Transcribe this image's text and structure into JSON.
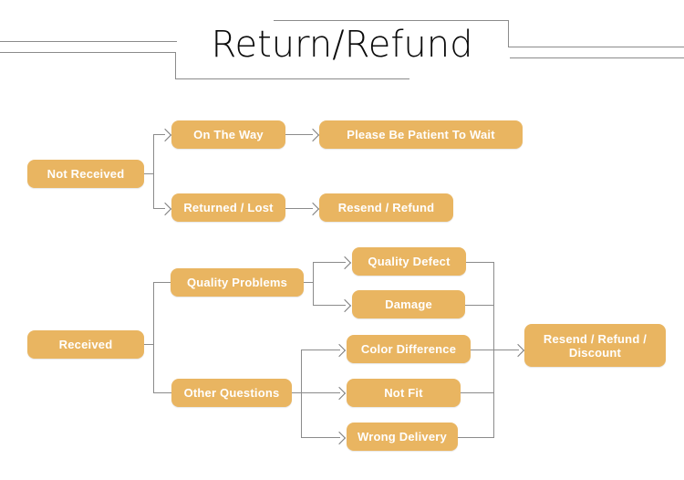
{
  "page": {
    "title": "Return/Refund",
    "background_color": "#ffffff",
    "node_fill_color": "#e9b561",
    "node_text_color": "#ffffff",
    "connector_color": "#8b8b8b",
    "title_color": "#0a0a0a"
  },
  "flowchart": {
    "type": "flowchart",
    "nodes": {
      "not_received": "Not Received",
      "on_the_way": "On The Way",
      "returned_lost": "Returned / Lost",
      "please_be_patient": "Please Be Patient To Wait",
      "resend_refund": "Resend / Refund",
      "received": "Received",
      "quality_problems": "Quality Problems",
      "other_questions": "Other Questions",
      "quality_defect": "Quality Defect",
      "damage": "Damage",
      "color_difference": "Color Difference",
      "not_fit": "Not Fit",
      "wrong_delivery": "Wrong Delivery",
      "resend_refund_discount": "Resend / Refund /\nDiscount"
    },
    "edges": [
      {
        "from": "not_received",
        "to": "on_the_way"
      },
      {
        "from": "not_received",
        "to": "returned_lost"
      },
      {
        "from": "on_the_way",
        "to": "please_be_patient"
      },
      {
        "from": "returned_lost",
        "to": "resend_refund"
      },
      {
        "from": "received",
        "to": "quality_problems"
      },
      {
        "from": "received",
        "to": "other_questions"
      },
      {
        "from": "quality_problems",
        "to": "quality_defect"
      },
      {
        "from": "quality_problems",
        "to": "damage"
      },
      {
        "from": "other_questions",
        "to": "color_difference"
      },
      {
        "from": "other_questions",
        "to": "not_fit"
      },
      {
        "from": "other_questions",
        "to": "wrong_delivery"
      },
      {
        "from": "quality_defect",
        "to": "resend_refund_discount"
      },
      {
        "from": "damage",
        "to": "resend_refund_discount"
      },
      {
        "from": "color_difference",
        "to": "resend_refund_discount"
      },
      {
        "from": "not_fit",
        "to": "resend_refund_discount"
      },
      {
        "from": "wrong_delivery",
        "to": "resend_refund_discount"
      }
    ]
  }
}
